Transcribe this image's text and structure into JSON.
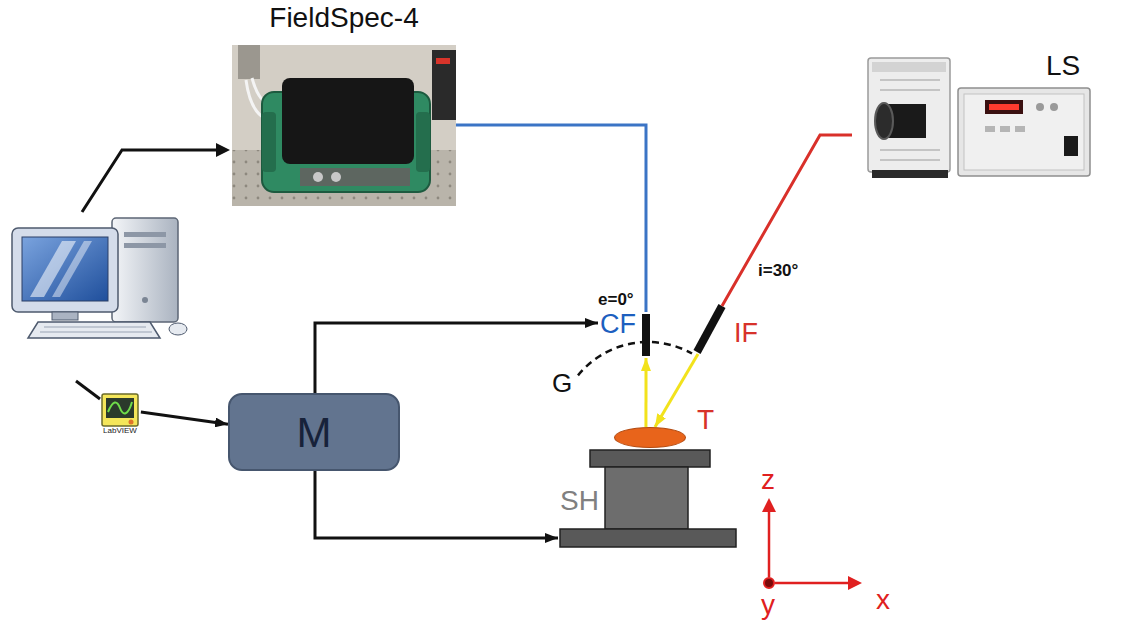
{
  "diagram": {
    "nodes": [
      {
        "text": [
          "FieldSpec-4"
        ]
      },
      {
        "text": [
          "LS"
        ]
      },
      {
        "text": [
          "CF"
        ]
      },
      {
        "text": [
          "IF"
        ]
      },
      {
        "text": [
          "LabVIEW"
        ]
      },
      {
        "text": [
          "M"
        ]
      },
      {
        "text": [
          "T"
        ]
      },
      {
        "text": [
          "SH"
        ]
      }
    ],
    "edges": [
      {
        "from": 0,
        "to": 2,
        "arrow": "none"
      },
      {
        "from": 1,
        "to": 3,
        "arrow": "none"
      },
      {
        "from": 4,
        "to": 5,
        "arrow": "to"
      },
      {
        "from": 5,
        "to": 2,
        "arrow": "to"
      },
      {
        "from": 5,
        "to": 7,
        "arrow": "to"
      },
      {
        "from": 3,
        "to": 6,
        "arrow": "to"
      },
      {
        "from": 6,
        "to": 2,
        "arrow": "to"
      }
    ],
    "labels": [
      "e=0°",
      "i=30°",
      "G",
      "z",
      "y",
      "x"
    ]
  }
}
